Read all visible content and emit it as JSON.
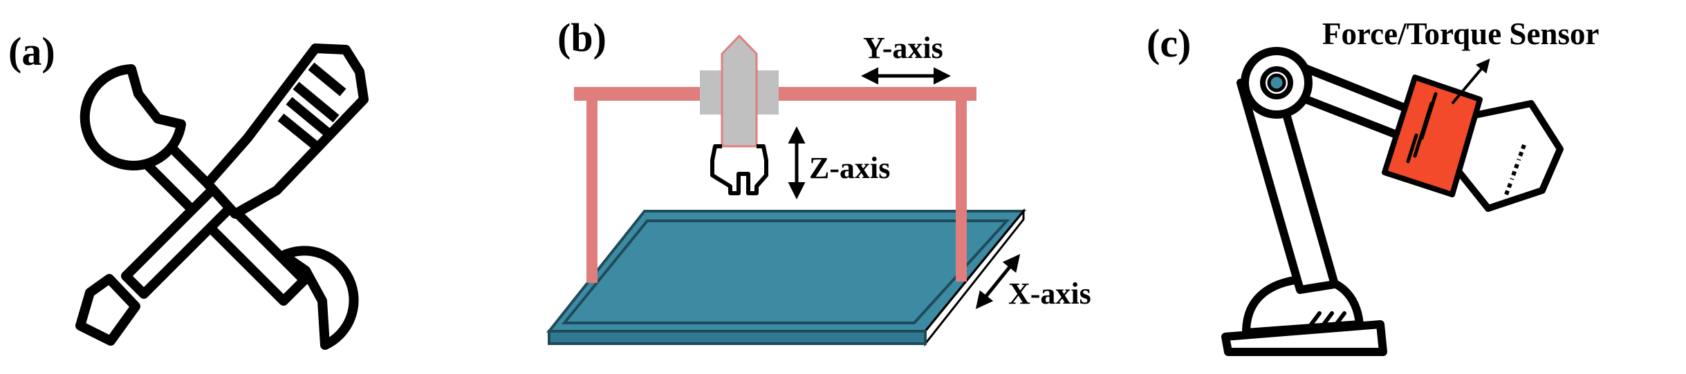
{
  "panels": {
    "a": {
      "label": "(a)"
    },
    "b": {
      "label": "(b)",
      "axes": {
        "x": "X-axis",
        "y": "Y-axis",
        "z": "Z-axis"
      }
    },
    "c": {
      "label": "(c)",
      "sensor": "Force/Torque Sensor"
    }
  },
  "colors": {
    "frame": "#e07e7e",
    "table_top": "#3d8ba3",
    "gripper_body": "#c0c0c0",
    "sensor": "#f24a2a",
    "outline": "#000000"
  },
  "icons": {
    "a": [
      "wrench-icon",
      "screwdriver-icon"
    ],
    "b": [
      "gantry-frame",
      "gripper-icon",
      "work-table"
    ],
    "c": [
      "robot-arm-icon",
      "sensor-block",
      "gripper-icon"
    ]
  }
}
